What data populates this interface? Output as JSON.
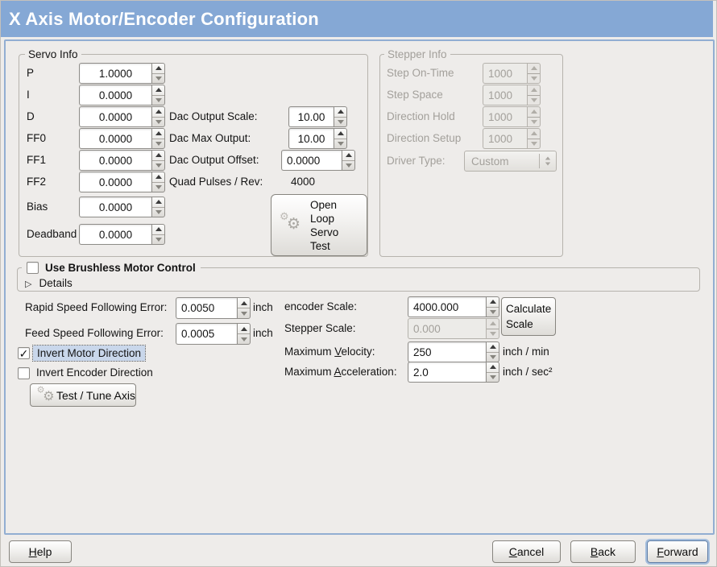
{
  "window": {
    "title": "X Axis Motor/Encoder Configuration"
  },
  "servo_info": {
    "title": "Servo Info",
    "fields": [
      {
        "label": "P",
        "value": "1.0000"
      },
      {
        "label": "I",
        "value": "0.0000"
      },
      {
        "label": "D",
        "value": "0.0000"
      },
      {
        "label": "FF0",
        "value": "0.0000"
      },
      {
        "label": "FF1",
        "value": "0.0000"
      },
      {
        "label": "FF2",
        "value": "0.0000"
      },
      {
        "label": "Bias",
        "value": "0.0000"
      },
      {
        "label": "Deadband",
        "value": "0.0000"
      }
    ],
    "dac_fields": [
      {
        "label": "Dac Output Scale:",
        "value": "10.00"
      },
      {
        "label": "Dac Max Output:",
        "value": "10.00"
      },
      {
        "label": "Dac Output Offset:",
        "value": "0.0000"
      }
    ],
    "quad_pulses": {
      "label": "Quad Pulses / Rev:",
      "value": "4000"
    },
    "open_loop_button": "Open Loop Servo Test"
  },
  "stepper_info": {
    "title": "Stepper Info",
    "fields": [
      {
        "label": "Step On-Time",
        "value": "1000"
      },
      {
        "label": "Step Space",
        "value": "1000"
      },
      {
        "label": "Direction Hold",
        "value": "1000"
      },
      {
        "label": "Direction Setup",
        "value": "1000"
      }
    ],
    "driver_type": {
      "label": "Driver Type:",
      "value": "Custom"
    }
  },
  "brushless": {
    "label": "Use Brushless Motor Control",
    "checked": false,
    "details": "Details"
  },
  "following_errors": [
    {
      "label": "Rapid Speed Following Error:",
      "value": "0.0050",
      "unit": "inch"
    },
    {
      "label": "Feed Speed Following Error:",
      "value": "0.0005",
      "unit": "inch"
    }
  ],
  "scaling": {
    "encoder_scale": {
      "label": "encoder Scale:",
      "value": "4000.000"
    },
    "stepper_scale": {
      "label": "Stepper Scale:",
      "value": "0.000"
    },
    "calculate_button": "Calculate Scale",
    "max_velocity": {
      "label": "Maximum Velocity:",
      "value": "250",
      "unit": "inch / min"
    },
    "max_acceleration": {
      "label": "Maximum Acceleration:",
      "value": "2.0",
      "unit": "inch / sec²"
    }
  },
  "direction": {
    "invert_motor": {
      "label": "Invert Motor Direction",
      "checked": true
    },
    "invert_encoder": {
      "label": "Invert Encoder Direction",
      "checked": false
    }
  },
  "test_tune_button": "Test / Tune Axis",
  "footer": {
    "help": "Help",
    "cancel": "Cancel",
    "back": "Back",
    "forward": "Forward"
  },
  "colors": {
    "titlebar": "#85a8d5",
    "panel_border": "#92aed2",
    "focus_highlight": "#c9d7eb"
  }
}
